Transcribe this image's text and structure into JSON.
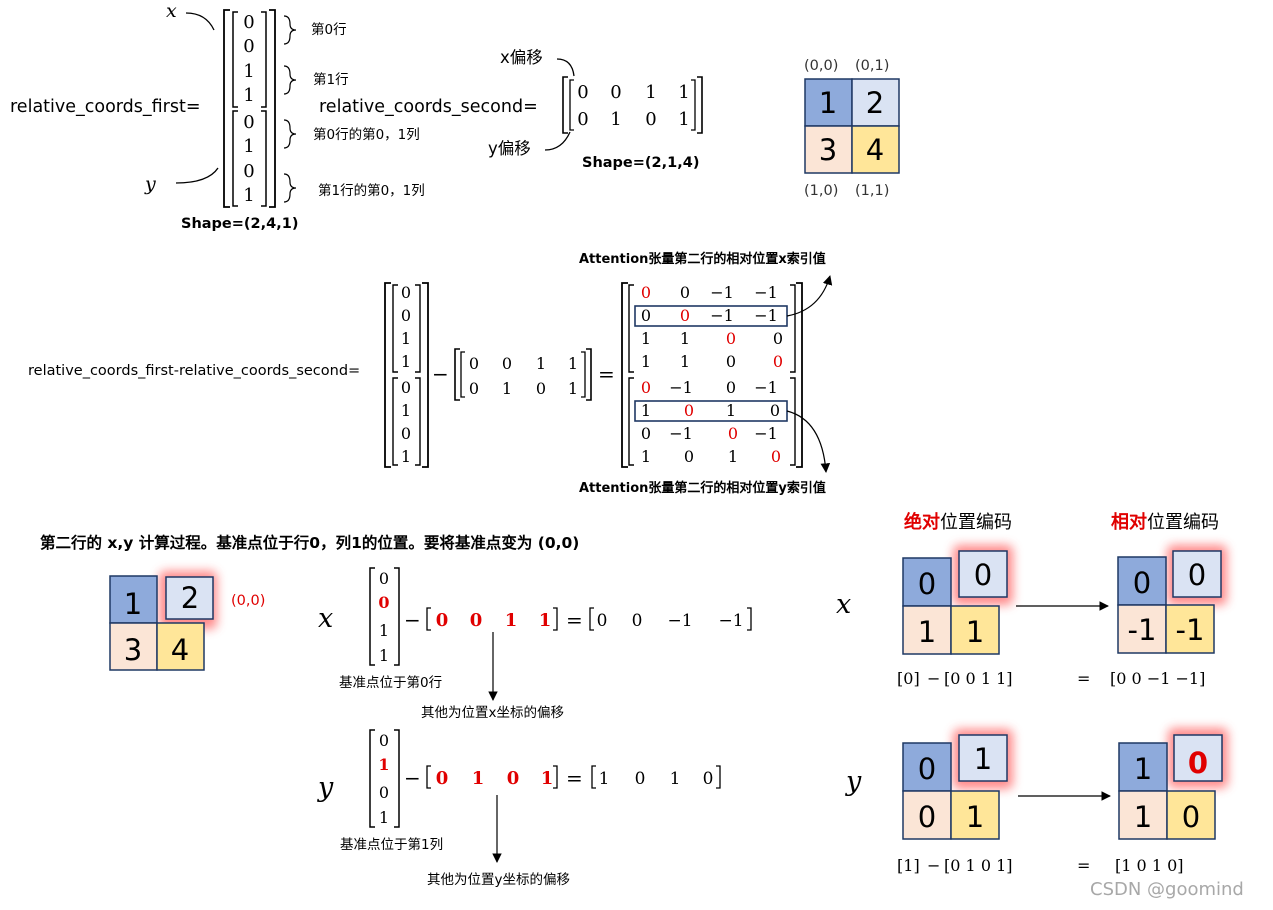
{
  "top": {
    "x_label": "x",
    "y_label": "y",
    "first_label": "relative_coords_first=",
    "first_vectors": [
      [
        "0",
        "0",
        "1",
        "1"
      ],
      [
        "0",
        "1",
        "0",
        "1"
      ]
    ],
    "row_notes": [
      "第0行",
      "第1行",
      "第0行的第0，1列",
      "第1行的第0，1列"
    ],
    "shape_first": "Shape=(2,4,1)",
    "x_offset": "x偏移",
    "y_offset": "y偏移",
    "second_label": "relative_coords_second=",
    "second_rows": [
      [
        "0",
        "0",
        "1",
        "1"
      ],
      [
        "0",
        "1",
        "0",
        "1"
      ]
    ],
    "shape_second": "Shape=(2,1,4)",
    "grid": {
      "values": [
        "1",
        "2",
        "3",
        "4"
      ],
      "coords": [
        "(0,0)",
        "(0,1)",
        "(1,0)",
        "(1,1)"
      ]
    }
  },
  "middle": {
    "label": "relative_coords_first-relative_coords_second=",
    "first_vectors": [
      [
        "0",
        "0",
        "1",
        "1"
      ],
      [
        "0",
        "1",
        "0",
        "1"
      ]
    ],
    "minus": "−",
    "equals": "=",
    "second_rows": [
      [
        "0",
        "0",
        "1",
        "1"
      ],
      [
        "0",
        "1",
        "0",
        "1"
      ]
    ],
    "result_x": [
      [
        "0",
        "0",
        "−1",
        "−1"
      ],
      [
        "0",
        "0",
        "−1",
        "−1"
      ],
      [
        "1",
        "1",
        "0",
        "0"
      ],
      [
        "1",
        "1",
        "0",
        "0"
      ]
    ],
    "result_y": [
      [
        "0",
        "−1",
        "0",
        "−1"
      ],
      [
        "1",
        "0",
        "1",
        "0"
      ],
      [
        "0",
        "−1",
        "0",
        "−1"
      ],
      [
        "1",
        "0",
        "1",
        "0"
      ]
    ],
    "annot_x": "Attention张量第二行的相对位置x索引值",
    "annot_y": "Attention张量第二行的相对位置y索引值"
  },
  "bottom": {
    "heading": "第二行的 x,y 计算过程。基准点位于行0，列1的位置。要将基准点变为 (0,0)",
    "grid_values": [
      "1",
      "2",
      "3",
      "4"
    ],
    "grid_coord": "(0,0)",
    "x_var": "x",
    "y_var": "y",
    "x_vec": [
      "0",
      "0",
      "1",
      "1"
    ],
    "x_row": [
      "0",
      "0",
      "1",
      "1"
    ],
    "x_result": [
      "0",
      "0",
      "−1",
      "−1"
    ],
    "y_vec": [
      "0",
      "1",
      "0",
      "1"
    ],
    "y_row": [
      "0",
      "1",
      "0",
      "1"
    ],
    "y_result": [
      "1",
      "0",
      "1",
      "0"
    ],
    "x_base_note": "基准点位于第0行",
    "x_offset_note": "其他为位置x坐标的偏移",
    "y_base_note": "基准点位于第1列",
    "y_offset_note": "其他为位置y坐标的偏移"
  },
  "right": {
    "abs_title_red": "绝对",
    "abs_title_rest": "位置编码",
    "rel_title_red": "相对",
    "rel_title_rest": "位置编码",
    "x_var": "x",
    "y_var": "y",
    "x_abs": [
      "0",
      "0",
      "1",
      "1"
    ],
    "x_rel": [
      "0",
      "0",
      "-1",
      "-1"
    ],
    "y_abs": [
      "0",
      "1",
      "0",
      "1"
    ],
    "y_rel": [
      "1",
      "0",
      "1",
      "0"
    ],
    "x_eq": {
      "a": "0",
      "b": [
        "0",
        "0",
        "1",
        "1"
      ],
      "c": [
        "0",
        "0",
        "−1",
        "−1"
      ]
    },
    "y_eq": {
      "a": "1",
      "b": [
        "0",
        "1",
        "0",
        "1"
      ],
      "c": [
        "1",
        "0",
        "1",
        "0"
      ]
    }
  },
  "watermark": "CSDN @goomind",
  "colors": {
    "blue": "#8eaadb",
    "light_blue": "#dae3f3",
    "peach": "#fbe5d6",
    "yellow": "#ffe699",
    "red": "#e00000",
    "frame": "#1f3864",
    "glow": "#ff5a5a"
  }
}
